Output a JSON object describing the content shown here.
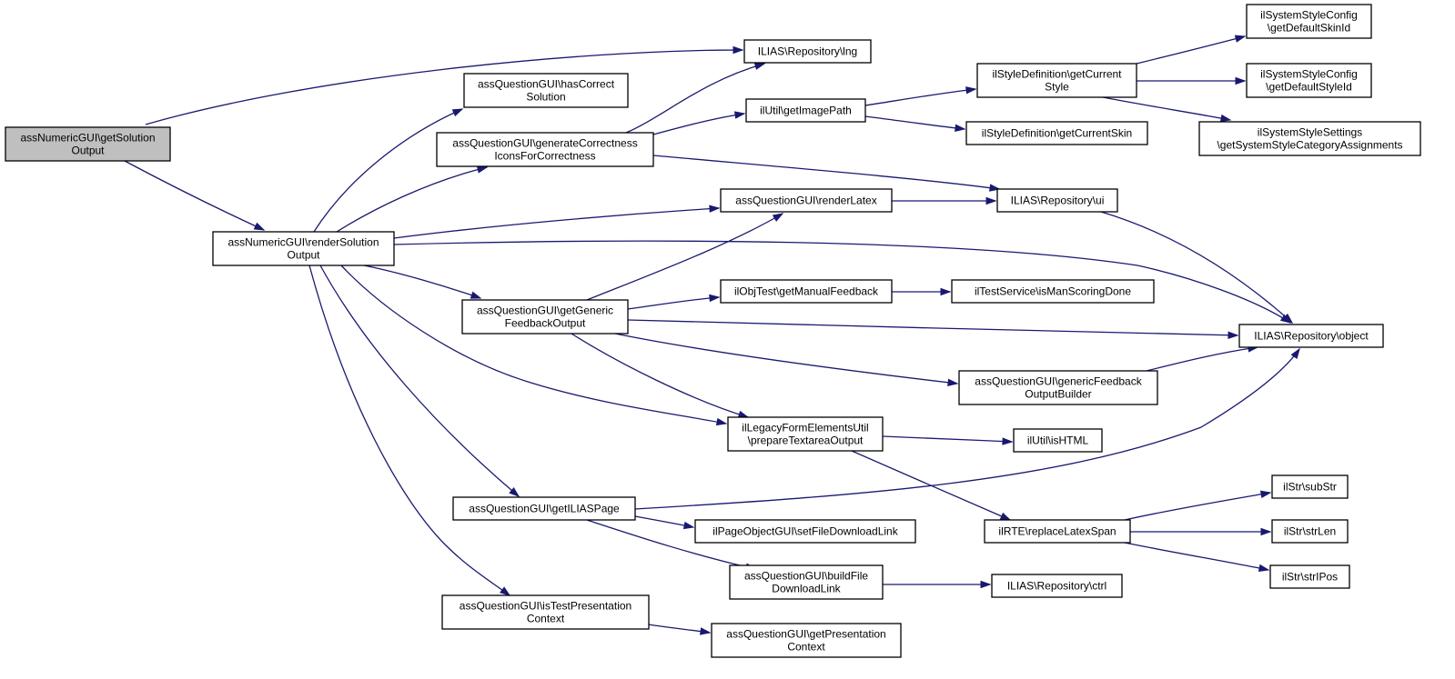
{
  "graph": {
    "colors": {
      "edge": "#191970",
      "node_border": "#000000",
      "root_fill": "#bfbfbf",
      "node_fill": "#ffffff"
    },
    "nodes": [
      {
        "id": "n0",
        "lines": [
          "assNumericGUI\\getSolution",
          "Output"
        ]
      },
      {
        "id": "n1",
        "lines": [
          "assNumericGUI\\renderSolution",
          "Output"
        ]
      },
      {
        "id": "n2",
        "lines": [
          "ILIAS\\Repository\\lng"
        ]
      },
      {
        "id": "n3",
        "lines": [
          "assQuestionGUI\\hasCorrect",
          "Solution"
        ]
      },
      {
        "id": "n4",
        "lines": [
          "assQuestionGUI\\generateCorrectness",
          "IconsForCorrectness"
        ]
      },
      {
        "id": "n5",
        "lines": [
          "assQuestionGUI\\renderLatex"
        ]
      },
      {
        "id": "n6",
        "lines": [
          "assQuestionGUI\\getGeneric",
          "FeedbackOutput"
        ]
      },
      {
        "id": "n7",
        "lines": [
          "assQuestionGUI\\getILIASPage"
        ]
      },
      {
        "id": "n8",
        "lines": [
          "assQuestionGUI\\isTestPresentation",
          "Context"
        ]
      },
      {
        "id": "n9",
        "lines": [
          "ilUtil\\getImagePath"
        ]
      },
      {
        "id": "n10",
        "lines": [
          "ilStyleDefinition\\getCurrent",
          "Style"
        ]
      },
      {
        "id": "n11",
        "lines": [
          "ilStyleDefinition\\getCurrentSkin"
        ]
      },
      {
        "id": "n12",
        "lines": [
          "ilSystemStyleConfig",
          "\\getDefaultSkinId"
        ]
      },
      {
        "id": "n13",
        "lines": [
          "ilSystemStyleConfig",
          "\\getDefaultStyleId"
        ]
      },
      {
        "id": "n14",
        "lines": [
          "ilSystemStyleSettings",
          "\\getSystemStyleCategoryAssignments"
        ]
      },
      {
        "id": "n15",
        "lines": [
          "ILIAS\\Repository\\ui"
        ]
      },
      {
        "id": "n16",
        "lines": [
          "ILIAS\\Repository\\object"
        ]
      },
      {
        "id": "n17",
        "lines": [
          "ilObjTest\\getManualFeedback"
        ]
      },
      {
        "id": "n18",
        "lines": [
          "ilTestService\\isManScoringDone"
        ]
      },
      {
        "id": "n19",
        "lines": [
          "assQuestionGUI\\genericFeedback",
          "OutputBuilder"
        ]
      },
      {
        "id": "n20",
        "lines": [
          "ilLegacyFormElementsUtil",
          "\\prepareTextareaOutput"
        ]
      },
      {
        "id": "n21",
        "lines": [
          "ilUtil\\isHTML"
        ]
      },
      {
        "id": "n22",
        "lines": [
          "ilRTE\\replaceLatexSpan"
        ]
      },
      {
        "id": "n23",
        "lines": [
          "ilStr\\subStr"
        ]
      },
      {
        "id": "n24",
        "lines": [
          "ilStr\\strLen"
        ]
      },
      {
        "id": "n25",
        "lines": [
          "ilStr\\strIPos"
        ]
      },
      {
        "id": "n26",
        "lines": [
          "ilPageObjectGUI\\setFileDownloadLink"
        ]
      },
      {
        "id": "n27",
        "lines": [
          "assQuestionGUI\\buildFile",
          "DownloadLink"
        ]
      },
      {
        "id": "n28",
        "lines": [
          "ILIAS\\Repository\\ctrl"
        ]
      },
      {
        "id": "n29",
        "lines": [
          "assQuestionGUI\\getPresentation",
          "Context"
        ]
      }
    ],
    "edges": [
      {
        "from": "n0",
        "to": "n2"
      },
      {
        "from": "n0",
        "to": "n1"
      },
      {
        "from": "n1",
        "to": "n3"
      },
      {
        "from": "n1",
        "to": "n4"
      },
      {
        "from": "n1",
        "to": "n5"
      },
      {
        "from": "n1",
        "to": "n16"
      },
      {
        "from": "n1",
        "to": "n6"
      },
      {
        "from": "n1",
        "to": "n20"
      },
      {
        "from": "n1",
        "to": "n7"
      },
      {
        "from": "n1",
        "to": "n8"
      },
      {
        "from": "n4",
        "to": "n2"
      },
      {
        "from": "n4",
        "to": "n9"
      },
      {
        "from": "n4",
        "to": "n15"
      },
      {
        "from": "n9",
        "to": "n10"
      },
      {
        "from": "n9",
        "to": "n11"
      },
      {
        "from": "n10",
        "to": "n12"
      },
      {
        "from": "n10",
        "to": "n13"
      },
      {
        "from": "n10",
        "to": "n14"
      },
      {
        "from": "n5",
        "to": "n15"
      },
      {
        "from": "n15",
        "to": "n16"
      },
      {
        "from": "n6",
        "to": "n5"
      },
      {
        "from": "n6",
        "to": "n17"
      },
      {
        "from": "n6",
        "to": "n16"
      },
      {
        "from": "n6",
        "to": "n19"
      },
      {
        "from": "n6",
        "to": "n20"
      },
      {
        "from": "n17",
        "to": "n18"
      },
      {
        "from": "n19",
        "to": "n16"
      },
      {
        "from": "n20",
        "to": "n21"
      },
      {
        "from": "n20",
        "to": "n22"
      },
      {
        "from": "n22",
        "to": "n23"
      },
      {
        "from": "n22",
        "to": "n24"
      },
      {
        "from": "n22",
        "to": "n25"
      },
      {
        "from": "n7",
        "to": "n16"
      },
      {
        "from": "n7",
        "to": "n26"
      },
      {
        "from": "n7",
        "to": "n27"
      },
      {
        "from": "n27",
        "to": "n28"
      },
      {
        "from": "n8",
        "to": "n29"
      }
    ]
  }
}
